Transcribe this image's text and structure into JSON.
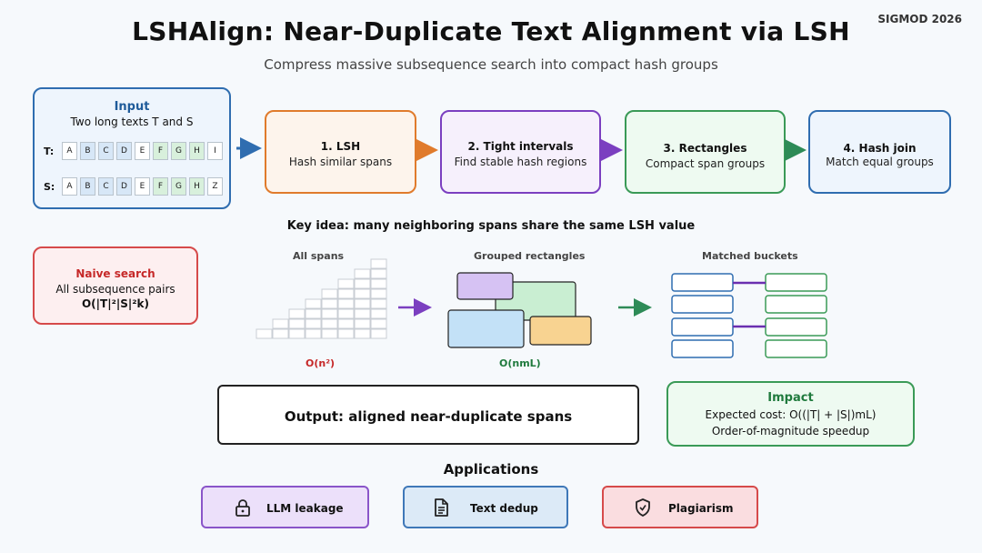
{
  "header": {
    "title": "LSHAlign: Near-Duplicate Text Alignment via LSH",
    "venue": "SIGMOD 2026",
    "subtitle": "Compress massive subsequence search into compact hash groups"
  },
  "input": {
    "title": "Input",
    "subtitle": "Two long texts T and S",
    "t_label": "T:",
    "s_label": "S:",
    "t_tokens": [
      "A",
      "B",
      "C",
      "D",
      "E",
      "F",
      "G",
      "H",
      "I"
    ],
    "s_tokens": [
      "A",
      "B",
      "C",
      "D",
      "E",
      "F",
      "G",
      "H",
      "Z"
    ]
  },
  "steps": [
    {
      "title": "1. LSH",
      "subtitle": "Hash similar spans"
    },
    {
      "title": "2. Tight intervals",
      "subtitle": "Find stable hash regions"
    },
    {
      "title": "3. Rectangles",
      "subtitle": "Compact span groups"
    },
    {
      "title": "4. Hash join",
      "subtitle": "Match equal groups"
    }
  ],
  "key_idea": "Key idea: many neighboring spans share the same LSH value",
  "naive": {
    "title": "Naive search",
    "line1": "All subsequence pairs",
    "line2": "O(|T|²|S|²k)"
  },
  "panels": {
    "all_spans": "All spans",
    "all_spans_cost": "O(n²)",
    "grouped": "Grouped rectangles",
    "grouped_cost": "O(nmL)",
    "matched": "Matched buckets"
  },
  "output": {
    "text": "Output: aligned near-duplicate spans"
  },
  "impact": {
    "title": "Impact",
    "line1": "Expected cost: O((|T| + |S|)mL)",
    "line2": "Order-of-magnitude speedup"
  },
  "applications": {
    "title": "Applications",
    "items": [
      {
        "label": "LLM leakage",
        "icon": "lock-icon"
      },
      {
        "label": "Text dedup",
        "icon": "document-icon"
      },
      {
        "label": "Plagiarism",
        "icon": "shield-icon"
      }
    ]
  },
  "colors": {
    "blue": "#2f6db0",
    "orange": "#e07b2c",
    "purple": "#7b3fc0",
    "green": "#3a9a57",
    "red": "#d64a4a"
  }
}
